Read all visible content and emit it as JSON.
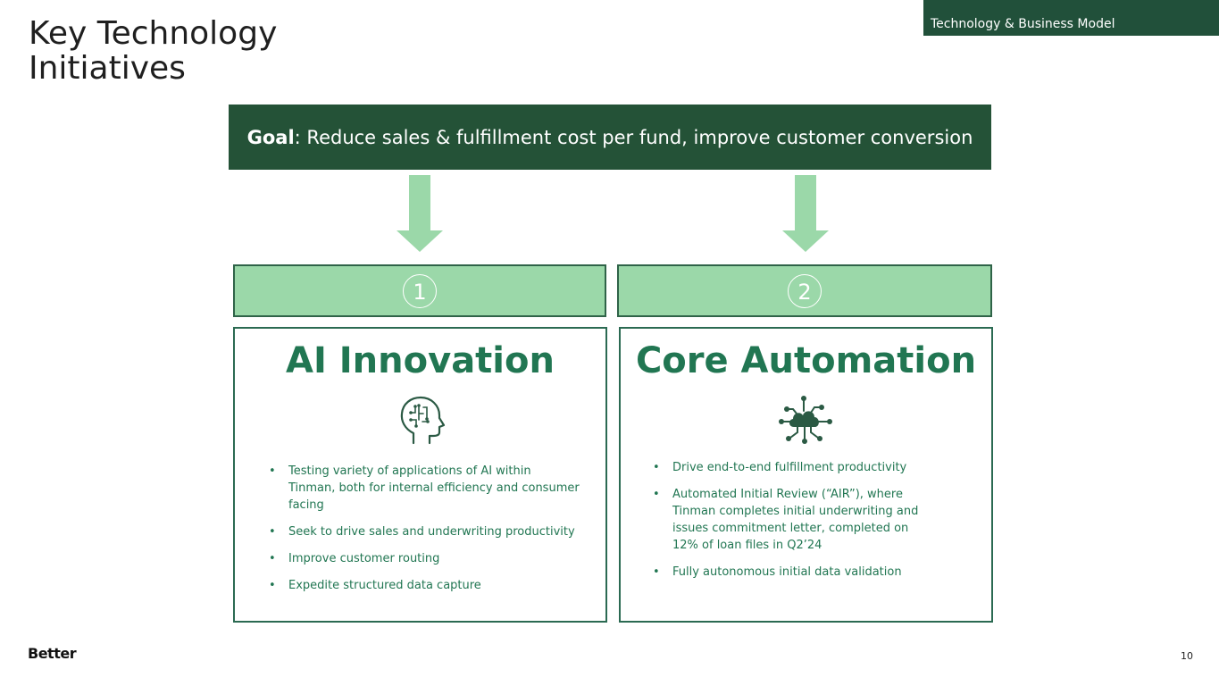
{
  "page": {
    "title": "Key Technology Initiatives",
    "section_tab": "Technology & Business Model",
    "goal_label": "Goal",
    "goal_text": ": Reduce sales & fulfillment cost per fund, improve customer conversion",
    "logo": "Better",
    "page_number": "10"
  },
  "colors": {
    "dark_green": "#245237",
    "light_green": "#9bd8a9",
    "text_green": "#217652"
  },
  "initiatives": [
    {
      "number": "1",
      "title": "AI Innovation",
      "icon": "ai-head-icon",
      "bullets": [
        "Testing variety of applications of AI within Tinman, both for internal efficiency and consumer facing",
        "Seek to drive sales and underwriting productivity",
        "Improve customer routing",
        "Expedite structured data capture"
      ]
    },
    {
      "number": "2",
      "title": "Core Automation",
      "icon": "cloud-network-icon",
      "bullets": [
        "Drive end-to-end fulfillment productivity",
        "Automated Initial Review (“AIR”), where Tinman completes initial underwriting and issues commitment letter, completed on 12% of loan files in Q2’24",
        "Fully autonomous initial data validation"
      ]
    }
  ]
}
